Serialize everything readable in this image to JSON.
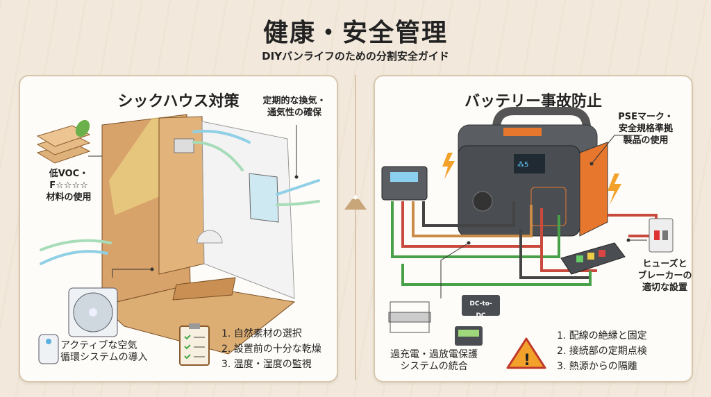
{
  "header": {
    "title": "健康・安全管理",
    "subtitle": "DIYバンライフのための分割安全ガイド"
  },
  "left": {
    "title": "シックハウス対策",
    "labels": {
      "materials": [
        "低VOC・",
        "F☆☆☆☆",
        "材料の使用"
      ],
      "ventilation": [
        "定期的な換気・",
        "通気性の確保"
      ],
      "air": [
        "アクティブな空気",
        "循環システムの導入"
      ]
    },
    "checklist": [
      "1. 自然素材の選択",
      "2. 設置前の十分な乾燥",
      "3. 温度・湿度の監視"
    ]
  },
  "right": {
    "title": "バッテリー事故防止",
    "labels": {
      "pse": [
        "PSEマーク・",
        "安全規格準拠",
        "製品の使用"
      ],
      "fuse": [
        "ヒューズと",
        "ブレーカーの",
        "適切な設置"
      ],
      "protection": [
        "過充電・過放電保護",
        "システムの統合"
      ],
      "dcdc": "DC-to-DC"
    },
    "checklist": [
      "1. 配線の絶縁と固定",
      "2. 接続部の定期点検",
      "3. 熱源からの隔離"
    ]
  },
  "colors": {
    "accent": "#e8772e",
    "wood": "#d9a86a",
    "air": "#7cc8e0",
    "bg": "#f2e9dc"
  }
}
